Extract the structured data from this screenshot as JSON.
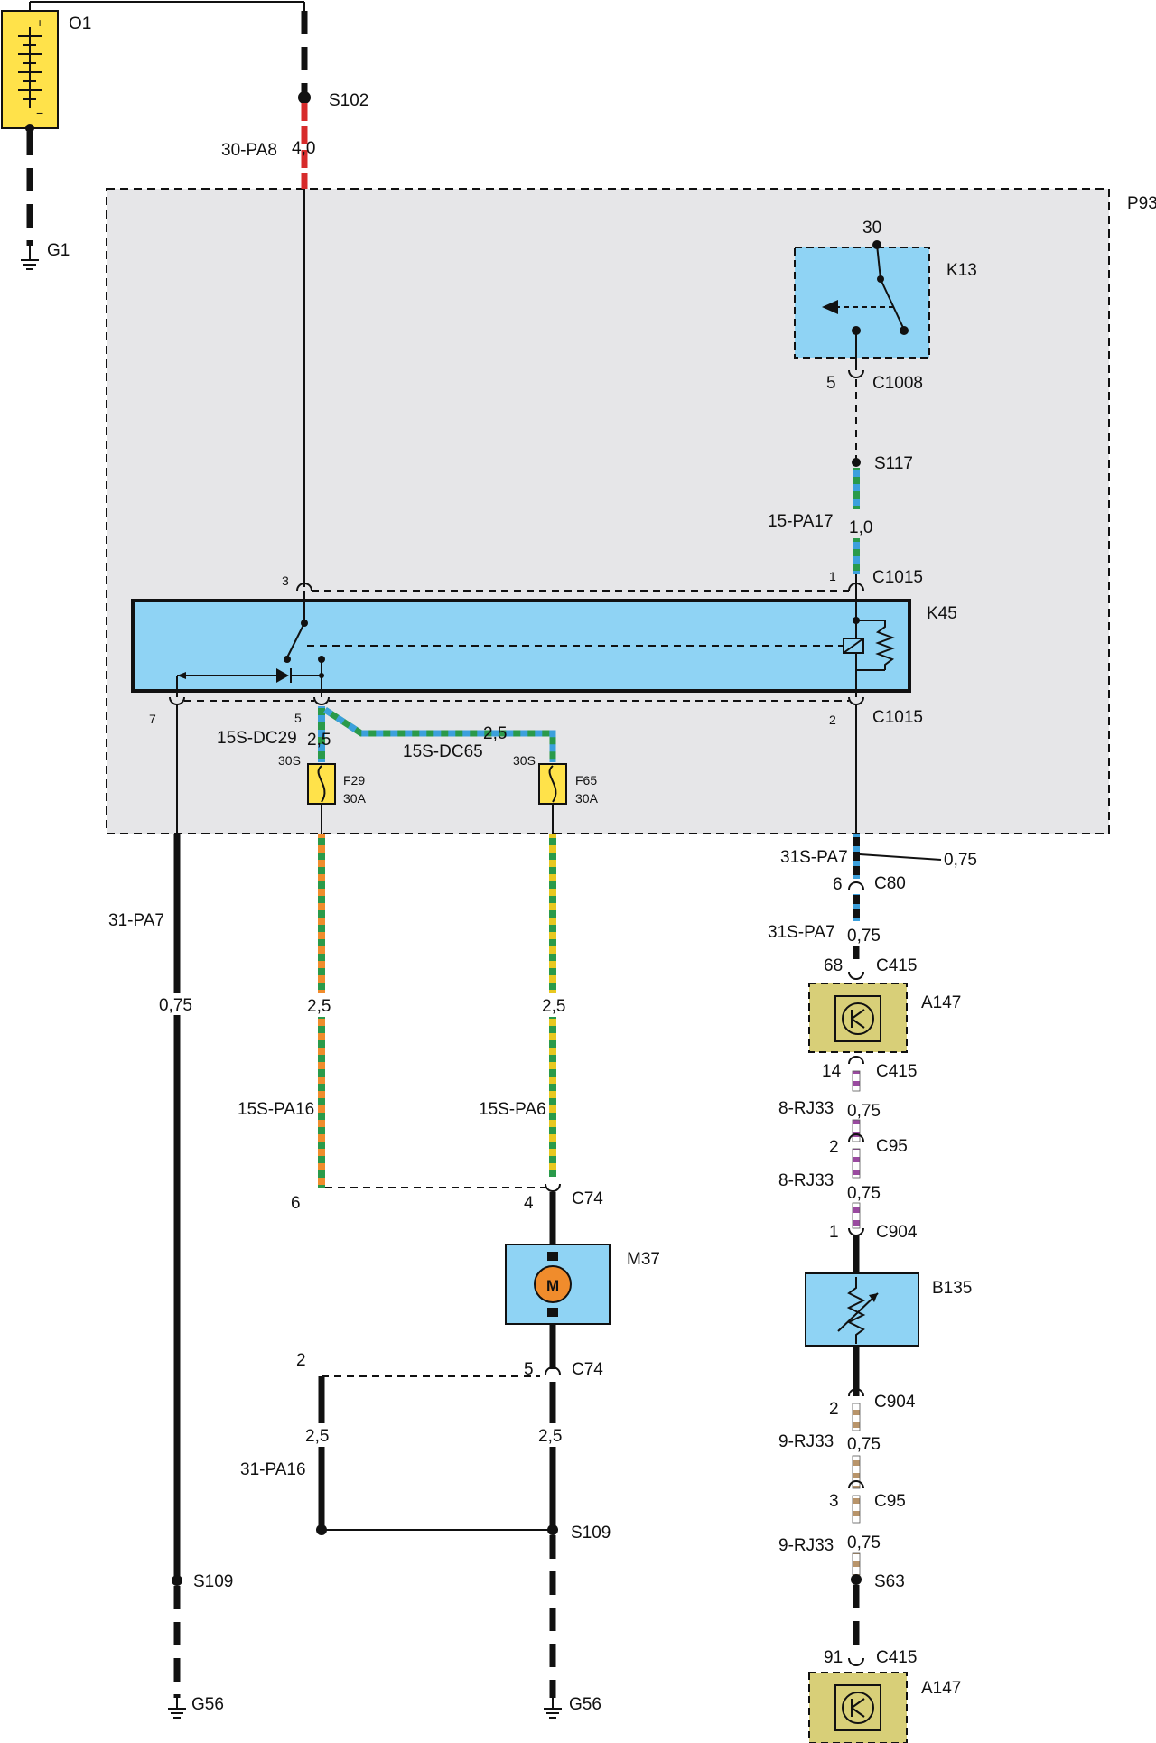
{
  "components": {
    "battery": "O1",
    "ground_g1": "G1",
    "splice_s102": "S102",
    "module_p93": "P93",
    "relay_k13": "K13",
    "relay_k45": "K45",
    "fuse_f29": "F29",
    "fuse_f65": "F65",
    "motor_m37": "M37",
    "motor_symbol": "M",
    "module_a147": "A147",
    "sensor_b135": "B135",
    "splice_s117": "S117",
    "splice_s109": "S109",
    "splice_s63": "S63",
    "ground_g56": "G56"
  },
  "connectors": {
    "c1008": "C1008",
    "c1015": "C1015",
    "c80": "C80",
    "c415": "C415",
    "c95": "C95",
    "c904": "C904",
    "c74": "C74"
  },
  "wires": {
    "w_30_pa8": "30-PA8",
    "w_15_pa17": "15-PA17",
    "w_15s_dc29": "15S-DC29",
    "w_15s_dc65": "15S-DC65",
    "w_31_pa7": "31-PA7",
    "w_31s_pa7": "31S-PA7",
    "w_15s_pa16": "15S-PA16",
    "w_15s_pa6": "15S-PA6",
    "w_31_pa16": "31-PA16",
    "w_8_rj33": "8-RJ33",
    "w_9_rj33": "9-RJ33"
  },
  "sizes": {
    "s40": "4,0",
    "s10": "1,0",
    "s25": "2,5",
    "s075": "0,75"
  },
  "pins": {
    "p1": "1",
    "p2": "2",
    "p3": "3",
    "p4": "4",
    "p5": "5",
    "p6": "6",
    "p7": "7",
    "p14": "14",
    "p30": "30",
    "p68": "68",
    "p91": "91"
  },
  "fuse_ratings": {
    "rating": "30A",
    "circuit": "30S"
  },
  "polarity": {
    "plus": "+",
    "minus": "−"
  },
  "colors": {
    "module_fill": "#e6e6e8",
    "component_blue": "#8fd3f4",
    "component_olive": "#d8cf78",
    "fuse_yellow": "#ffe24a",
    "wire_red": "#d72b2b",
    "wire_green": "#2a9a4a",
    "wire_blue": "#3ca0dc",
    "wire_orange": "#f08c2c",
    "wire_yellow": "#e8c820",
    "wire_violet": "#9a4aa0",
    "wire_tan": "#b8946a",
    "motor_orange": "#f08c2c"
  }
}
